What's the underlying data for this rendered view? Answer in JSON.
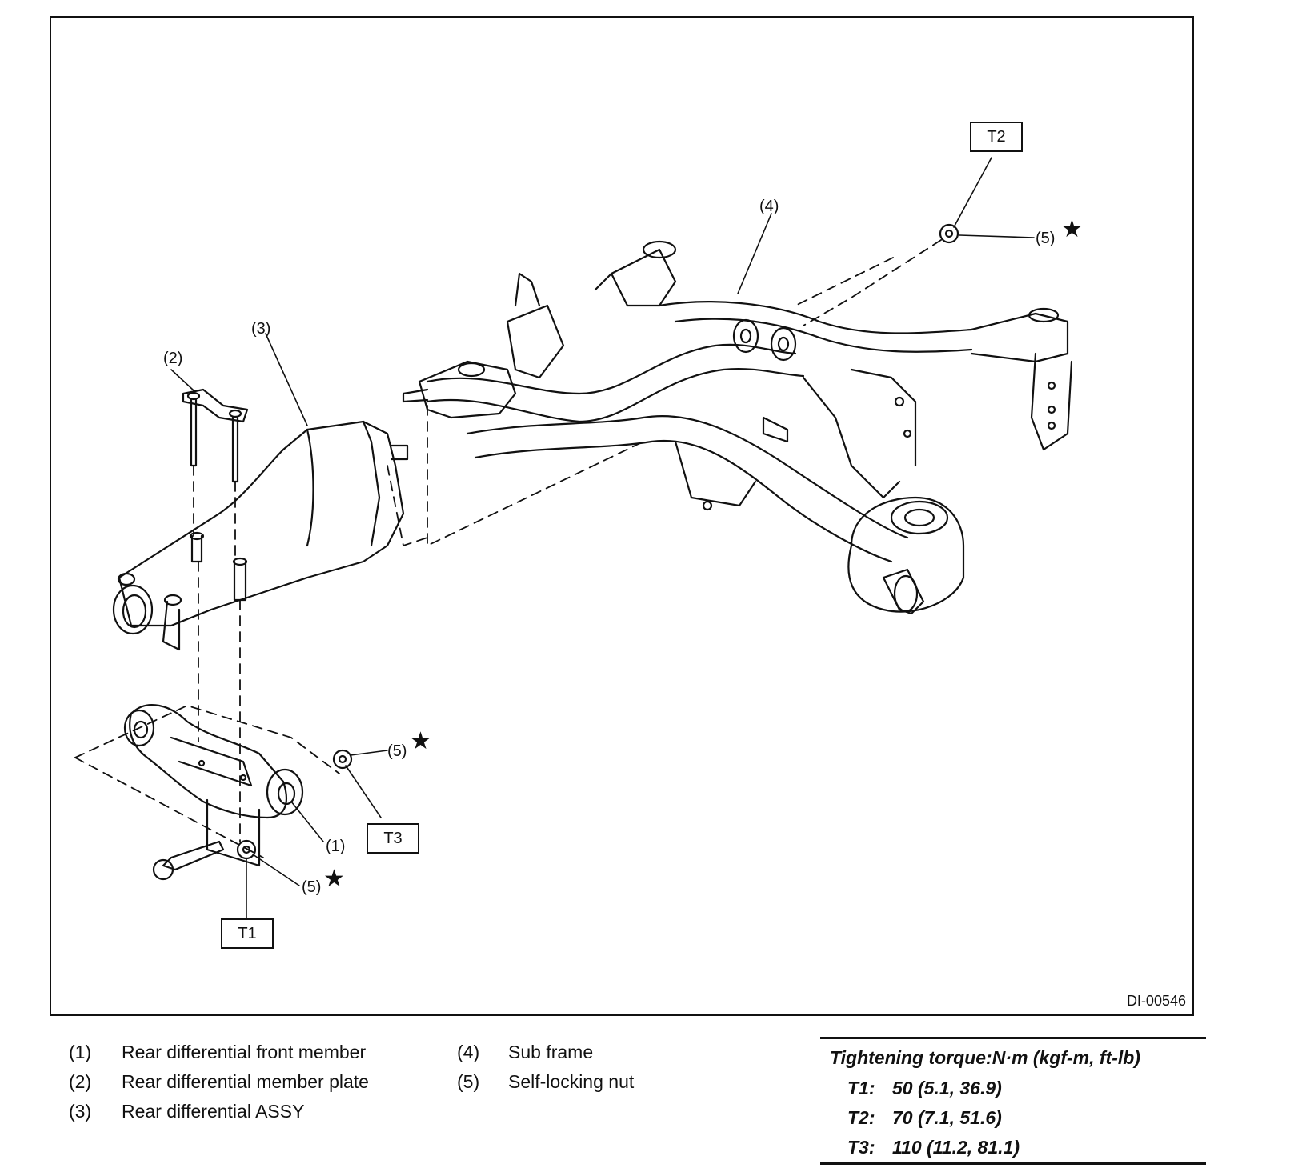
{
  "figure": {
    "id": "DI-00546",
    "callouts": {
      "c1": "(1)",
      "c2": "(2)",
      "c3": "(3)",
      "c4": "(4)",
      "c5a": "(5)",
      "c5b": "(5)",
      "c5c": "(5)"
    },
    "torque_tags": {
      "t1": "T1",
      "t2": "T2",
      "t3": "T3"
    },
    "star": "★"
  },
  "legend": [
    {
      "num": "(1)",
      "text": "Rear differential front member"
    },
    {
      "num": "(2)",
      "text": "Rear differential member plate"
    },
    {
      "num": "(3)",
      "text": "Rear differential ASSY"
    },
    {
      "num": "(4)",
      "text": "Sub frame"
    },
    {
      "num": "(5)",
      "text": "Self-locking nut"
    }
  ],
  "torque": {
    "heading": "Tightening torque:N·m (kgf-m, ft-lb)",
    "rows": [
      {
        "key": "T1:",
        "value": "50 (5.1, 36.9)"
      },
      {
        "key": "T2:",
        "value": "70 (7.1, 51.6)"
      },
      {
        "key": "T3:",
        "value": "110 (11.2, 81.1)"
      }
    ]
  }
}
